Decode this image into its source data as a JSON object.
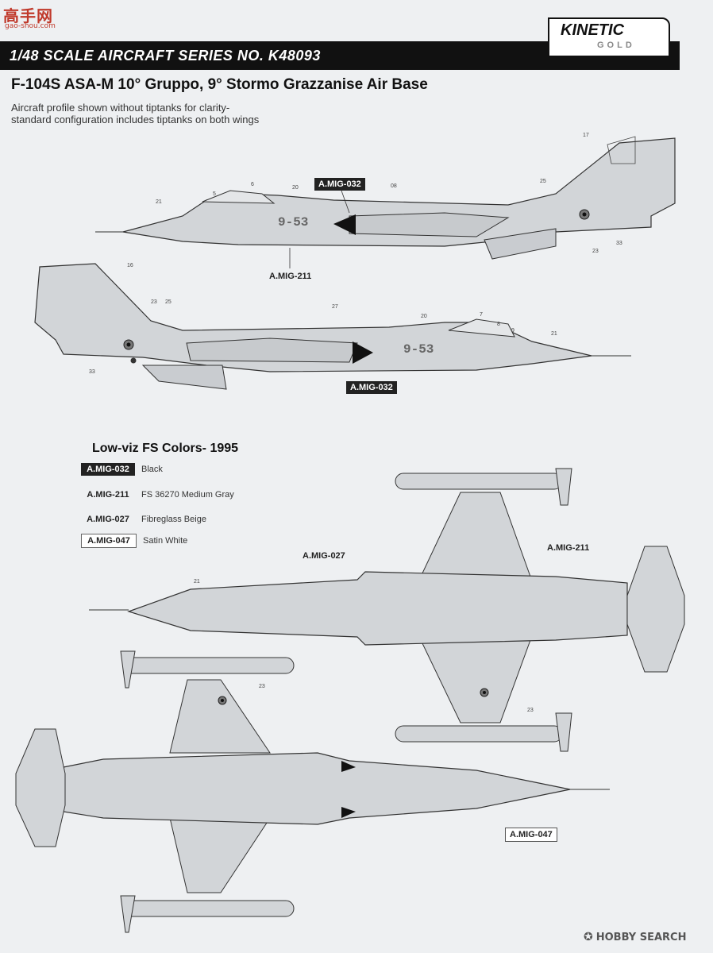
{
  "watermark": {
    "main": "高手网",
    "sub": "gao-shou.com"
  },
  "header": {
    "series": "1/48 SCALE  AIRCRAFT  SERIES NO. K48093",
    "brand_top": "KINETIC",
    "brand_bottom": "GOLD"
  },
  "title": "F-104S ASA-M  10° Gruppo, 9° Stormo Grazzanise  Air Base",
  "notes": {
    "line1": "Aircraft profile shown without tiptanks for clarity-",
    "line2": "standard configuration includes tiptanks on both wings"
  },
  "profile_top": {
    "callout_black": "A.MIG-032",
    "callout_gray": "A.MIG-211",
    "fuselage_code": "9-53",
    "numbers": [
      "21",
      "5",
      "6",
      "20",
      "08",
      "17",
      "25",
      "23",
      "33"
    ]
  },
  "profile_bottom": {
    "callout_black": "A.MIG-032",
    "fuselage_code": "9-53",
    "numbers": [
      "16",
      "23",
      "25",
      "27",
      "20",
      "7",
      "8",
      "9",
      "21",
      "33"
    ]
  },
  "legend": {
    "title": "Low-viz FS Colors- 1995",
    "items": [
      {
        "code": "A.MIG-032",
        "name": "Black"
      },
      {
        "code": "A.MIG-211",
        "name": "FS 36270 Medium Gray"
      },
      {
        "code": "A.MIG-027",
        "name": "Fibreglass Beige"
      },
      {
        "code": "A.MIG-047",
        "name": "Satin White"
      }
    ]
  },
  "top_view": {
    "callout_beige": "A.MIG-027",
    "callout_gray": "A.MIG-211",
    "numbers": [
      "21",
      "23"
    ]
  },
  "bottom_view": {
    "callout_white": "A.MIG-047",
    "numbers": [
      "23"
    ]
  },
  "footer": {
    "watermark": "HOBBY SEARCH"
  }
}
